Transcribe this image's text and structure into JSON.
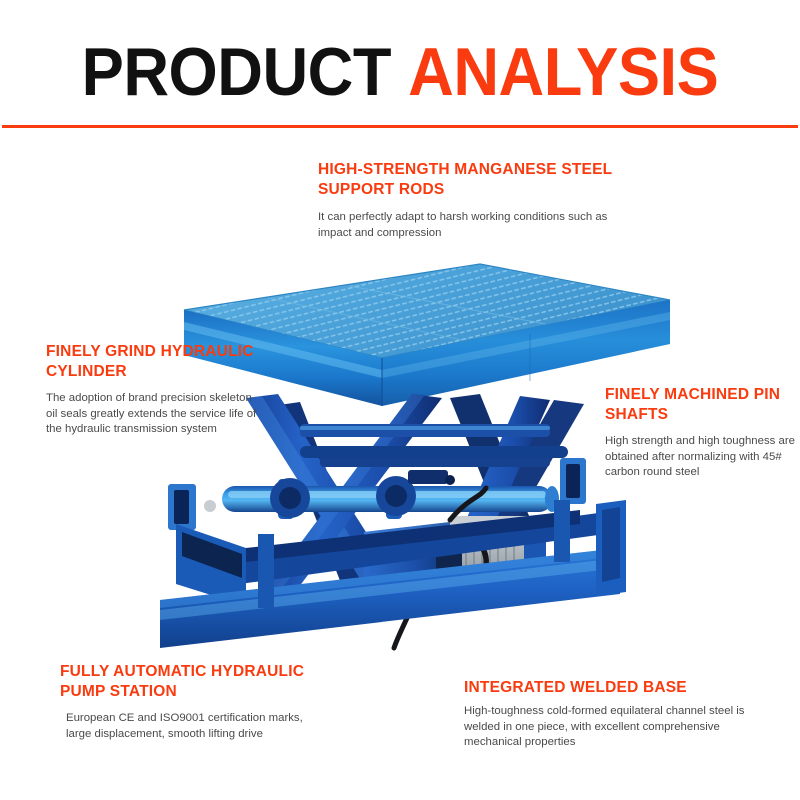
{
  "header": {
    "title_word_1": "PRODUCT",
    "title_word_2": "ANALYSIS",
    "title_color_dark": "#111111",
    "accent_color": "#F93B0F"
  },
  "divider": {
    "color": "#F93B0F"
  },
  "callouts": [
    {
      "id": "high-strength-manganese-steel-support-rods",
      "heading": "HIGH-STRENGTH MANGANESE STEEL SUPPORT RODS",
      "body": "It can perfectly adapt to harsh working conditions such as impact and compression"
    },
    {
      "id": "finely-grind-hydraulic-cylinder",
      "heading": "FINELY GRIND HYDRAULIC CYLINDER",
      "body": "The adoption of brand precision skeleton oil seals greatly extends the service life of the hydraulic transmission system"
    },
    {
      "id": "finely-machined-pin-shafts",
      "heading": "FINELY MACHINED PIN SHAFTS",
      "body": "High strength and high toughness are obtained after normalizing with 45# carbon round steel"
    },
    {
      "id": "fully-automatic-hydraulic-pump-station",
      "heading": "FULLY AUTOMATIC HYDRAULIC PUMP STATION",
      "body": "European CE and ISO9001 certification marks, large displacement, smooth lifting drive"
    },
    {
      "id": "integrated-welded-base",
      "heading": "INTEGRATED WELDED BASE",
      "body": "High-toughness cold-formed equilateral channel steel is welded in one piece, with excellent comprehensive mechanical properties"
    }
  ],
  "product_image": {
    "name": "hydraulic-scissor-lift-table",
    "colors": {
      "platform_top": "#4FA8DC",
      "platform_skirt_light": "#2390D8",
      "platform_skirt_dark": "#1763B4",
      "scissor_arm": "#1F5FC0",
      "scissor_arm_dark": "#11307A",
      "cross_shaft": "#2E8FE0",
      "base_frame": "#1F62C8",
      "base_frame_dark": "#123E92",
      "pump_tank": "#1B54B4",
      "motor_body": "#B8BFC6",
      "hose": "#15171C"
    }
  }
}
